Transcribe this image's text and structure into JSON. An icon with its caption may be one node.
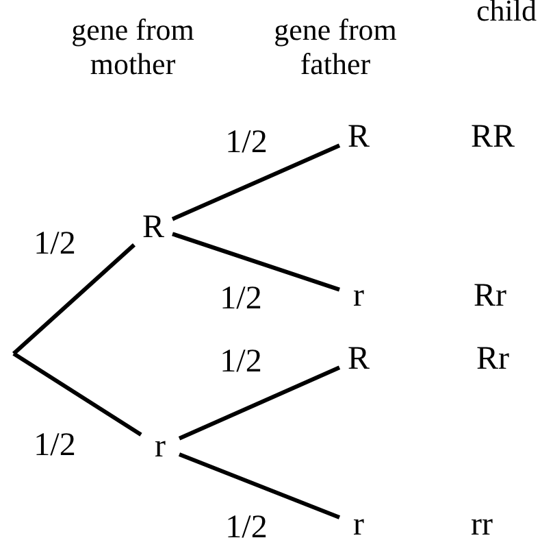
{
  "diagram": {
    "nodes": [
      {
        "text": [
          "R"
        ]
      },
      {
        "text": [
          "r"
        ]
      },
      {
        "text": [
          "R"
        ],
        "beside": [
          "RR"
        ]
      },
      {
        "text": [
          "r"
        ],
        "beside": [
          "Rr"
        ]
      },
      {
        "text": [
          "R"
        ],
        "beside": [
          "Rr"
        ]
      },
      {
        "text": [
          "r"
        ],
        "beside": [
          "rr"
        ]
      }
    ],
    "edges": [
      {
        "from": null,
        "to": 0,
        "arrow": "none",
        "label": "1/2"
      },
      {
        "from": null,
        "to": 1,
        "arrow": "none",
        "label": "1/2"
      },
      {
        "from": 0,
        "to": 2,
        "arrow": "none",
        "label": "1/2"
      },
      {
        "from": 0,
        "to": 3,
        "arrow": "none",
        "label": "1/2"
      },
      {
        "from": 1,
        "to": 4,
        "arrow": "none",
        "label": "1/2"
      },
      {
        "from": 1,
        "to": 5,
        "arrow": "none",
        "label": "1/2"
      }
    ],
    "labels": [
      "gene from mother",
      "gene from father",
      "child"
    ]
  }
}
